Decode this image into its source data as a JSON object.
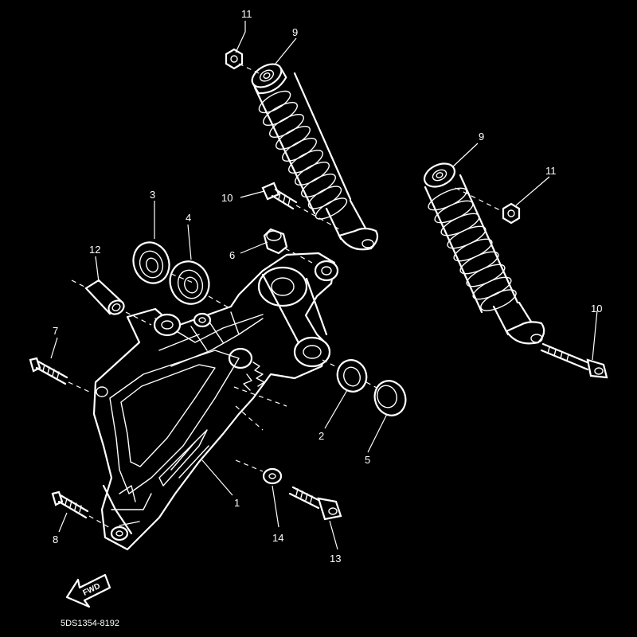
{
  "callouts": {
    "swingarm": "1",
    "bearing_outer": "2",
    "bearing_3": "3",
    "bearing_4": "4",
    "cap": "5",
    "collar_6": "6",
    "bolt_7": "7",
    "bolt_8": "8",
    "shock_left": "9",
    "shock_right": "9",
    "bolt_10_left": "10",
    "bolt_10_right": "10",
    "nut_11_left": "11",
    "nut_11_right": "11",
    "collar_12": "12",
    "bolt_13": "13",
    "washer_14": "14"
  },
  "fwd_label": "FWD",
  "diagram_code": "5DS1354-8192"
}
